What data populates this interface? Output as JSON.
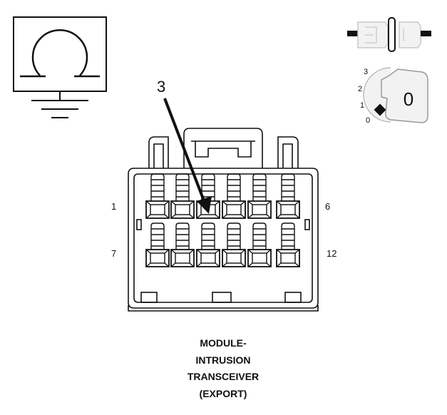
{
  "callout": "3",
  "pin_labels": {
    "top_left": "1",
    "top_right": "6",
    "bottom_left": "7",
    "bottom_right": "12"
  },
  "ignition_positions": [
    "3",
    "2",
    "1",
    "0"
  ],
  "key_label": "0",
  "caption_lines": [
    "MODULE-",
    "INTRUSION",
    "TRANSCEIVER",
    "(EXPORT)"
  ]
}
